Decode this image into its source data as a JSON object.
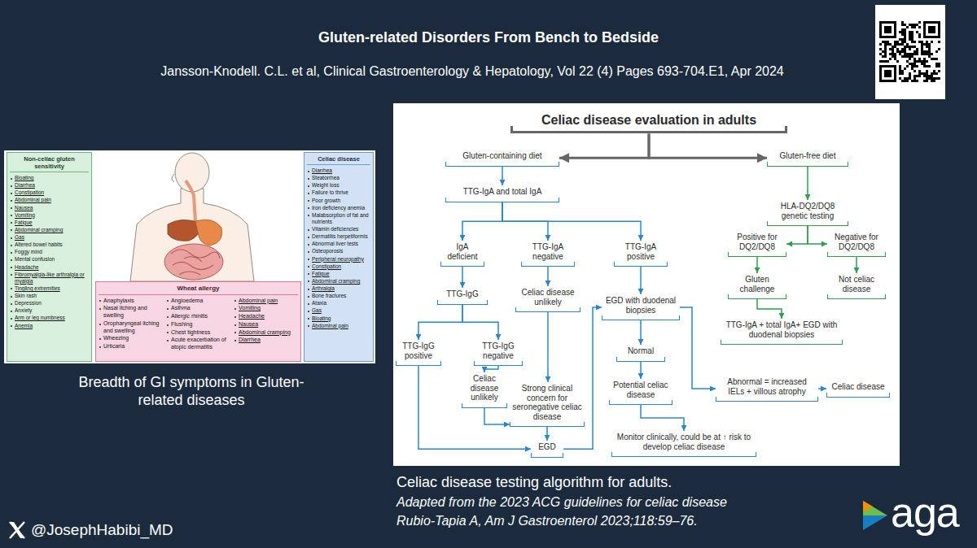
{
  "diagram": {
    "title": "Gluten-related Disorders From Bench to Bedside",
    "nodes": [
      {
        "text": [
          "Non-celiac gluten sensitivity",
          "Bloating",
          "Diarrhea",
          "Constipation",
          "Abdominal pain",
          "Nausea",
          "Vomiting",
          "Fatigue",
          "Abdominal cramping",
          "Gas",
          "Altered bowel habits",
          "Foggy mind",
          "Mental confusion",
          "Headache",
          "Fibromyalgia-like arthralgia or myalgia",
          "Tingling extremities",
          "Skin rash",
          "Depression",
          "Anxiety",
          "Arm or leg numbness",
          "Anemia"
        ]
      },
      {
        "text": [
          "Wheat allergy",
          "Anaphylaxis",
          "Nasal itching and swelling",
          "Oropharyngeal itching and swelling",
          "Wheezing",
          "Urticaria",
          "Angioedema",
          "Asthma",
          "Allergic rhinitis",
          "Flushing",
          "Chest tightness",
          "Acute exacerbation of atopic dermatitis",
          "Abdominal pain",
          "Vomiting",
          "Headache",
          "Nausea",
          "Abdominal cramping",
          "Diarrhea"
        ]
      },
      {
        "text": [
          "Celiac disease",
          "Diarrhea",
          "Steatorrhea",
          "Weight loss",
          "Failure to thrive",
          "Poor growth",
          "Iron deficiency anemia",
          "Malabsorption of fat and nutrients",
          "Vitamin deficiencies",
          "Dermatitis herpetiformis",
          "Abnormal liver tests",
          "Osteoporosis",
          "Peripheral neuropathy",
          "Constipation",
          "Fatigue",
          "Abdominal cramping",
          "Arthralgia",
          "Bone fractures",
          "Ataxia",
          "Gas",
          "Bloating",
          "Abdominal pain"
        ]
      },
      {
        "text": [
          "Celiac disease evaluation in adults"
        ]
      },
      {
        "text": [
          "Gluten-containing diet"
        ]
      },
      {
        "text": [
          "Gluten-free diet"
        ]
      },
      {
        "text": [
          "TTG-IgA and total IgA"
        ]
      },
      {
        "text": [
          "IgA deficient"
        ]
      },
      {
        "text": [
          "TTG-IgA negative"
        ]
      },
      {
        "text": [
          "TTG-IgA positive"
        ]
      },
      {
        "text": [
          "TTG-IgG"
        ]
      },
      {
        "text": [
          "TTG-IgG positive"
        ]
      },
      {
        "text": [
          "TTG-IgG negative"
        ]
      },
      {
        "text": [
          "Celiac disease unlikely"
        ]
      },
      {
        "text": [
          "Celiac disease unlikely"
        ]
      },
      {
        "text": [
          "Strong clinical concern for seronegative celiac disease"
        ]
      },
      {
        "text": [
          "EGD"
        ]
      },
      {
        "text": [
          "EGD with duodenal biopsies"
        ]
      },
      {
        "text": [
          "Normal"
        ]
      },
      {
        "text": [
          "Potential celiac disease"
        ]
      },
      {
        "text": [
          "Monitor clinically, could be at ↑ risk to develop celiac disease"
        ]
      },
      {
        "text": [
          "Abnormal = increased IELs + villous atrophy"
        ]
      },
      {
        "text": [
          "Celiac disease"
        ]
      },
      {
        "text": [
          "HLA-DQ2/DQ8 genetic testing"
        ]
      },
      {
        "text": [
          "Positive for DQ2/DQ8"
        ]
      },
      {
        "text": [
          "Negative for DQ2/DQ8"
        ]
      },
      {
        "text": [
          "Gluten challenge"
        ]
      },
      {
        "text": [
          "Not celiac disease"
        ]
      },
      {
        "text": [
          "TTG-IgA + total IgA+ EGD with duodenal biopsies"
        ]
      }
    ],
    "edges": [
      {
        "from": 3,
        "to": 4,
        "arrow": "to"
      },
      {
        "from": 3,
        "to": 5,
        "arrow": "to"
      },
      {
        "from": 4,
        "to": 6,
        "arrow": "to"
      },
      {
        "from": 6,
        "to": 7,
        "arrow": "to"
      },
      {
        "from": 6,
        "to": 8,
        "arrow": "to"
      },
      {
        "from": 6,
        "to": 9,
        "arrow": "to"
      },
      {
        "from": 7,
        "to": 10,
        "arrow": "to"
      },
      {
        "from": 10,
        "to": 11,
        "arrow": "to"
      },
      {
        "from": 10,
        "to": 12,
        "arrow": "to"
      },
      {
        "from": 12,
        "to": 13,
        "arrow": "to"
      },
      {
        "from": 8,
        "to": 14,
        "arrow": "to"
      },
      {
        "from": 14,
        "to": 15,
        "arrow": "to"
      },
      {
        "from": 13,
        "to": 15,
        "arrow": "to"
      },
      {
        "from": 11,
        "to": 16,
        "arrow": "to"
      },
      {
        "from": 15,
        "to": 16,
        "arrow": "to"
      },
      {
        "from": 16,
        "to": 17,
        "arrow": "to"
      },
      {
        "from": 9,
        "to": 17,
        "arrow": "to"
      },
      {
        "from": 17,
        "to": 18,
        "arrow": "to"
      },
      {
        "from": 18,
        "to": 19,
        "arrow": "to"
      },
      {
        "from": 19,
        "to": 20,
        "arrow": "to"
      },
      {
        "from": 17,
        "to": 21,
        "arrow": "to"
      },
      {
        "from": 21,
        "to": 22,
        "arrow": "to"
      },
      {
        "from": 5,
        "to": 23,
        "arrow": "to"
      },
      {
        "from": 23,
        "to": 24,
        "arrow": "to"
      },
      {
        "from": 23,
        "to": 25,
        "arrow": "to"
      },
      {
        "from": 24,
        "to": 26,
        "arrow": "to"
      },
      {
        "from": 25,
        "to": 27,
        "arrow": "to"
      },
      {
        "from": 26,
        "to": 28,
        "arrow": "to"
      }
    ],
    "labels": [
      "Jansson-Knodell. C.L. et al, Clinical Gastroenterology & Hepatology, Vol 22 (4) Pages 693-704.E1, Apr 2024",
      "Breadth of GI symptoms in Gluten-related diseases",
      "Celiac disease testing algorithm for adults.",
      "Adapted from the 2023 ACG guidelines for celiac disease",
      "Rubio-Tapia A, Am J Gastroenterol 2023;118:59–76.",
      "@JosephHabibi_MD",
      "aga"
    ]
  }
}
